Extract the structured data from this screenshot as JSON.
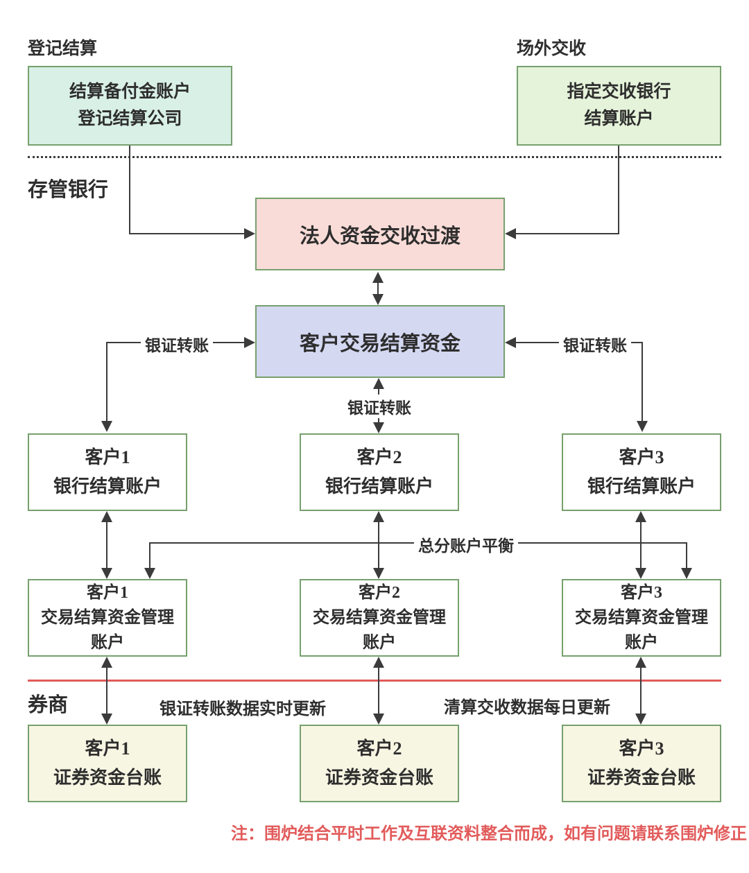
{
  "section_labels": {
    "registration": "登记结算",
    "otc_delivery": "场外交收",
    "custody_bank": "存管银行",
    "broker": "券商"
  },
  "boxes": {
    "settlement_reserve": {
      "line1": "结算备付金账户",
      "line2": "登记结算公司"
    },
    "designated_bank": {
      "line1": "指定交收银行",
      "line2": "结算账户"
    },
    "corporate_transit": {
      "label": "法人资金交收过渡"
    },
    "client_settlement_funds": {
      "label": "客户交易结算资金"
    }
  },
  "clients": {
    "bank_accounts": [
      {
        "title": "客户1",
        "subtitle": "银行结算账户"
      },
      {
        "title": "客户2",
        "subtitle": "银行结算账户"
      },
      {
        "title": "客户3",
        "subtitle": "银行结算账户"
      }
    ],
    "management_accounts": [
      {
        "title": "客户1",
        "line2": "交易结算资金管理",
        "line3": "账户"
      },
      {
        "title": "客户2",
        "line2": "交易结算资金管理",
        "line3": "账户"
      },
      {
        "title": "客户3",
        "line2": "交易结算资金管理",
        "line3": "账户"
      }
    ],
    "ledger_accounts": [
      {
        "title": "客户1",
        "subtitle": "证券资金台账"
      },
      {
        "title": "客户2",
        "subtitle": "证券资金台账"
      },
      {
        "title": "客户3",
        "subtitle": "证券资金台账"
      }
    ]
  },
  "edge_labels": {
    "bank_transfer_left": "银证转账",
    "bank_transfer_right": "银证转账",
    "bank_transfer_center": "银证转账",
    "account_balance": "总分账户平衡",
    "realtime_update": "银证转账数据实时更新",
    "daily_update": "清算交收数据每日更新"
  },
  "note": "注：围炉结合平时工作及互联资料整合而成，如有问题请联系围炉修正",
  "colors": {
    "box_border_green": "#76a06d",
    "mint_fill": "#d9f0e7",
    "green_fill": "#e5f3da",
    "pink_fill": "#f9dcd8",
    "blue_fill": "#d4d8f1",
    "cream_fill": "#f7f6e3",
    "arrow": "#3b3b3b",
    "divider_red": "#e25b5b",
    "note_red": "#e25b5b"
  }
}
